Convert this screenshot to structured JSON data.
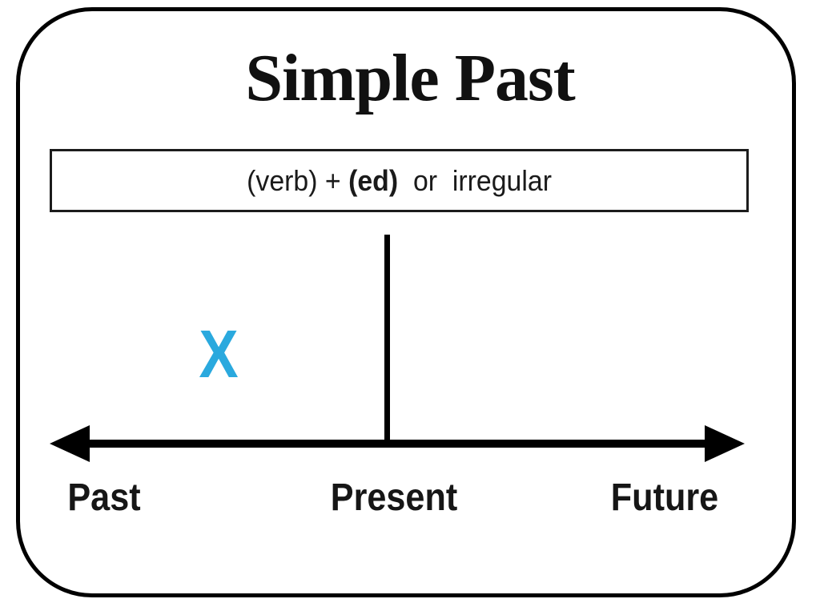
{
  "title": "Simple Past",
  "formula": {
    "verb_part": "(verb) + ",
    "ed_part": "(ed)",
    "tail_part": "  or  irregular"
  },
  "timeline": {
    "past_label": "Past",
    "present_label": "Present",
    "future_label": "Future",
    "marker_symbol": "X"
  },
  "colors": {
    "frame_and_lines": "#000000",
    "text": "#161616",
    "marker_blue": "#2aa9de",
    "background": "#ffffff"
  }
}
